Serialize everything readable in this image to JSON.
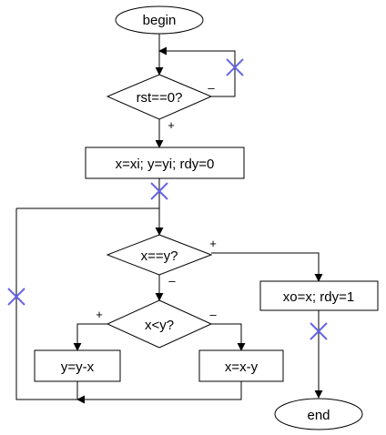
{
  "nodes": {
    "begin": "begin",
    "rst_check": "rst==0?",
    "init": "x=xi; y=yi; rdy=0",
    "eq_check": "x==y?",
    "lt_check": "x<y?",
    "y_update": "y=y-x",
    "x_update": "x=x-y",
    "output": "xo=x; rdy=1",
    "end": "end"
  },
  "branch_labels": {
    "rst_no": "–",
    "rst_yes": "+",
    "eq_yes": "+",
    "eq_no": "–",
    "lt_yes": "+",
    "lt_no": "–"
  },
  "colors": {
    "stroke": "#000000",
    "cross_marker": "#6666e6",
    "background": "#ffffff"
  },
  "markers": [
    "cross-marker",
    "cross-marker",
    "cross-marker",
    "cross-marker"
  ]
}
